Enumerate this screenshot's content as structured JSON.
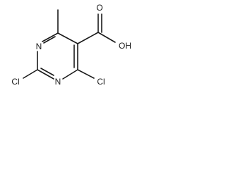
{
  "molecule": {
    "atoms": {
      "n_top": "N",
      "n_bottom": "N",
      "cl_left": "Cl",
      "cl_right": "Cl",
      "oh": "OH",
      "o_carbonyl": "O"
    }
  }
}
